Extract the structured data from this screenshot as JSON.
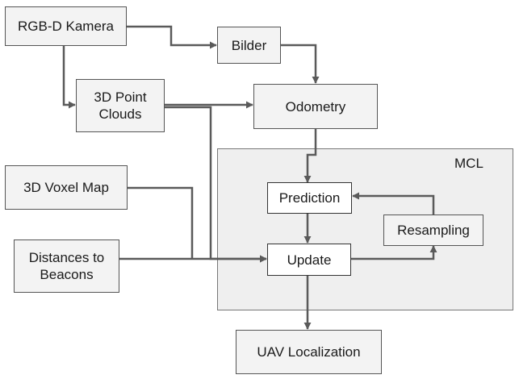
{
  "nodes": {
    "rgbd_camera": "RGB-D Kamera",
    "bilder": "Bilder",
    "point_clouds": "3D Point\nClouds",
    "odometry": "Odometry",
    "voxel_map": "3D Voxel Map",
    "distances": "Distances to\nBeacons",
    "mcl": "MCL",
    "prediction": "Prediction",
    "update": "Update",
    "resampling": "Resampling",
    "uav_localization": "UAV Localization"
  },
  "colors": {
    "box_fill": "#f3f3f3",
    "mcl_fill": "#efefef",
    "edge": "#5a5a5a"
  }
}
